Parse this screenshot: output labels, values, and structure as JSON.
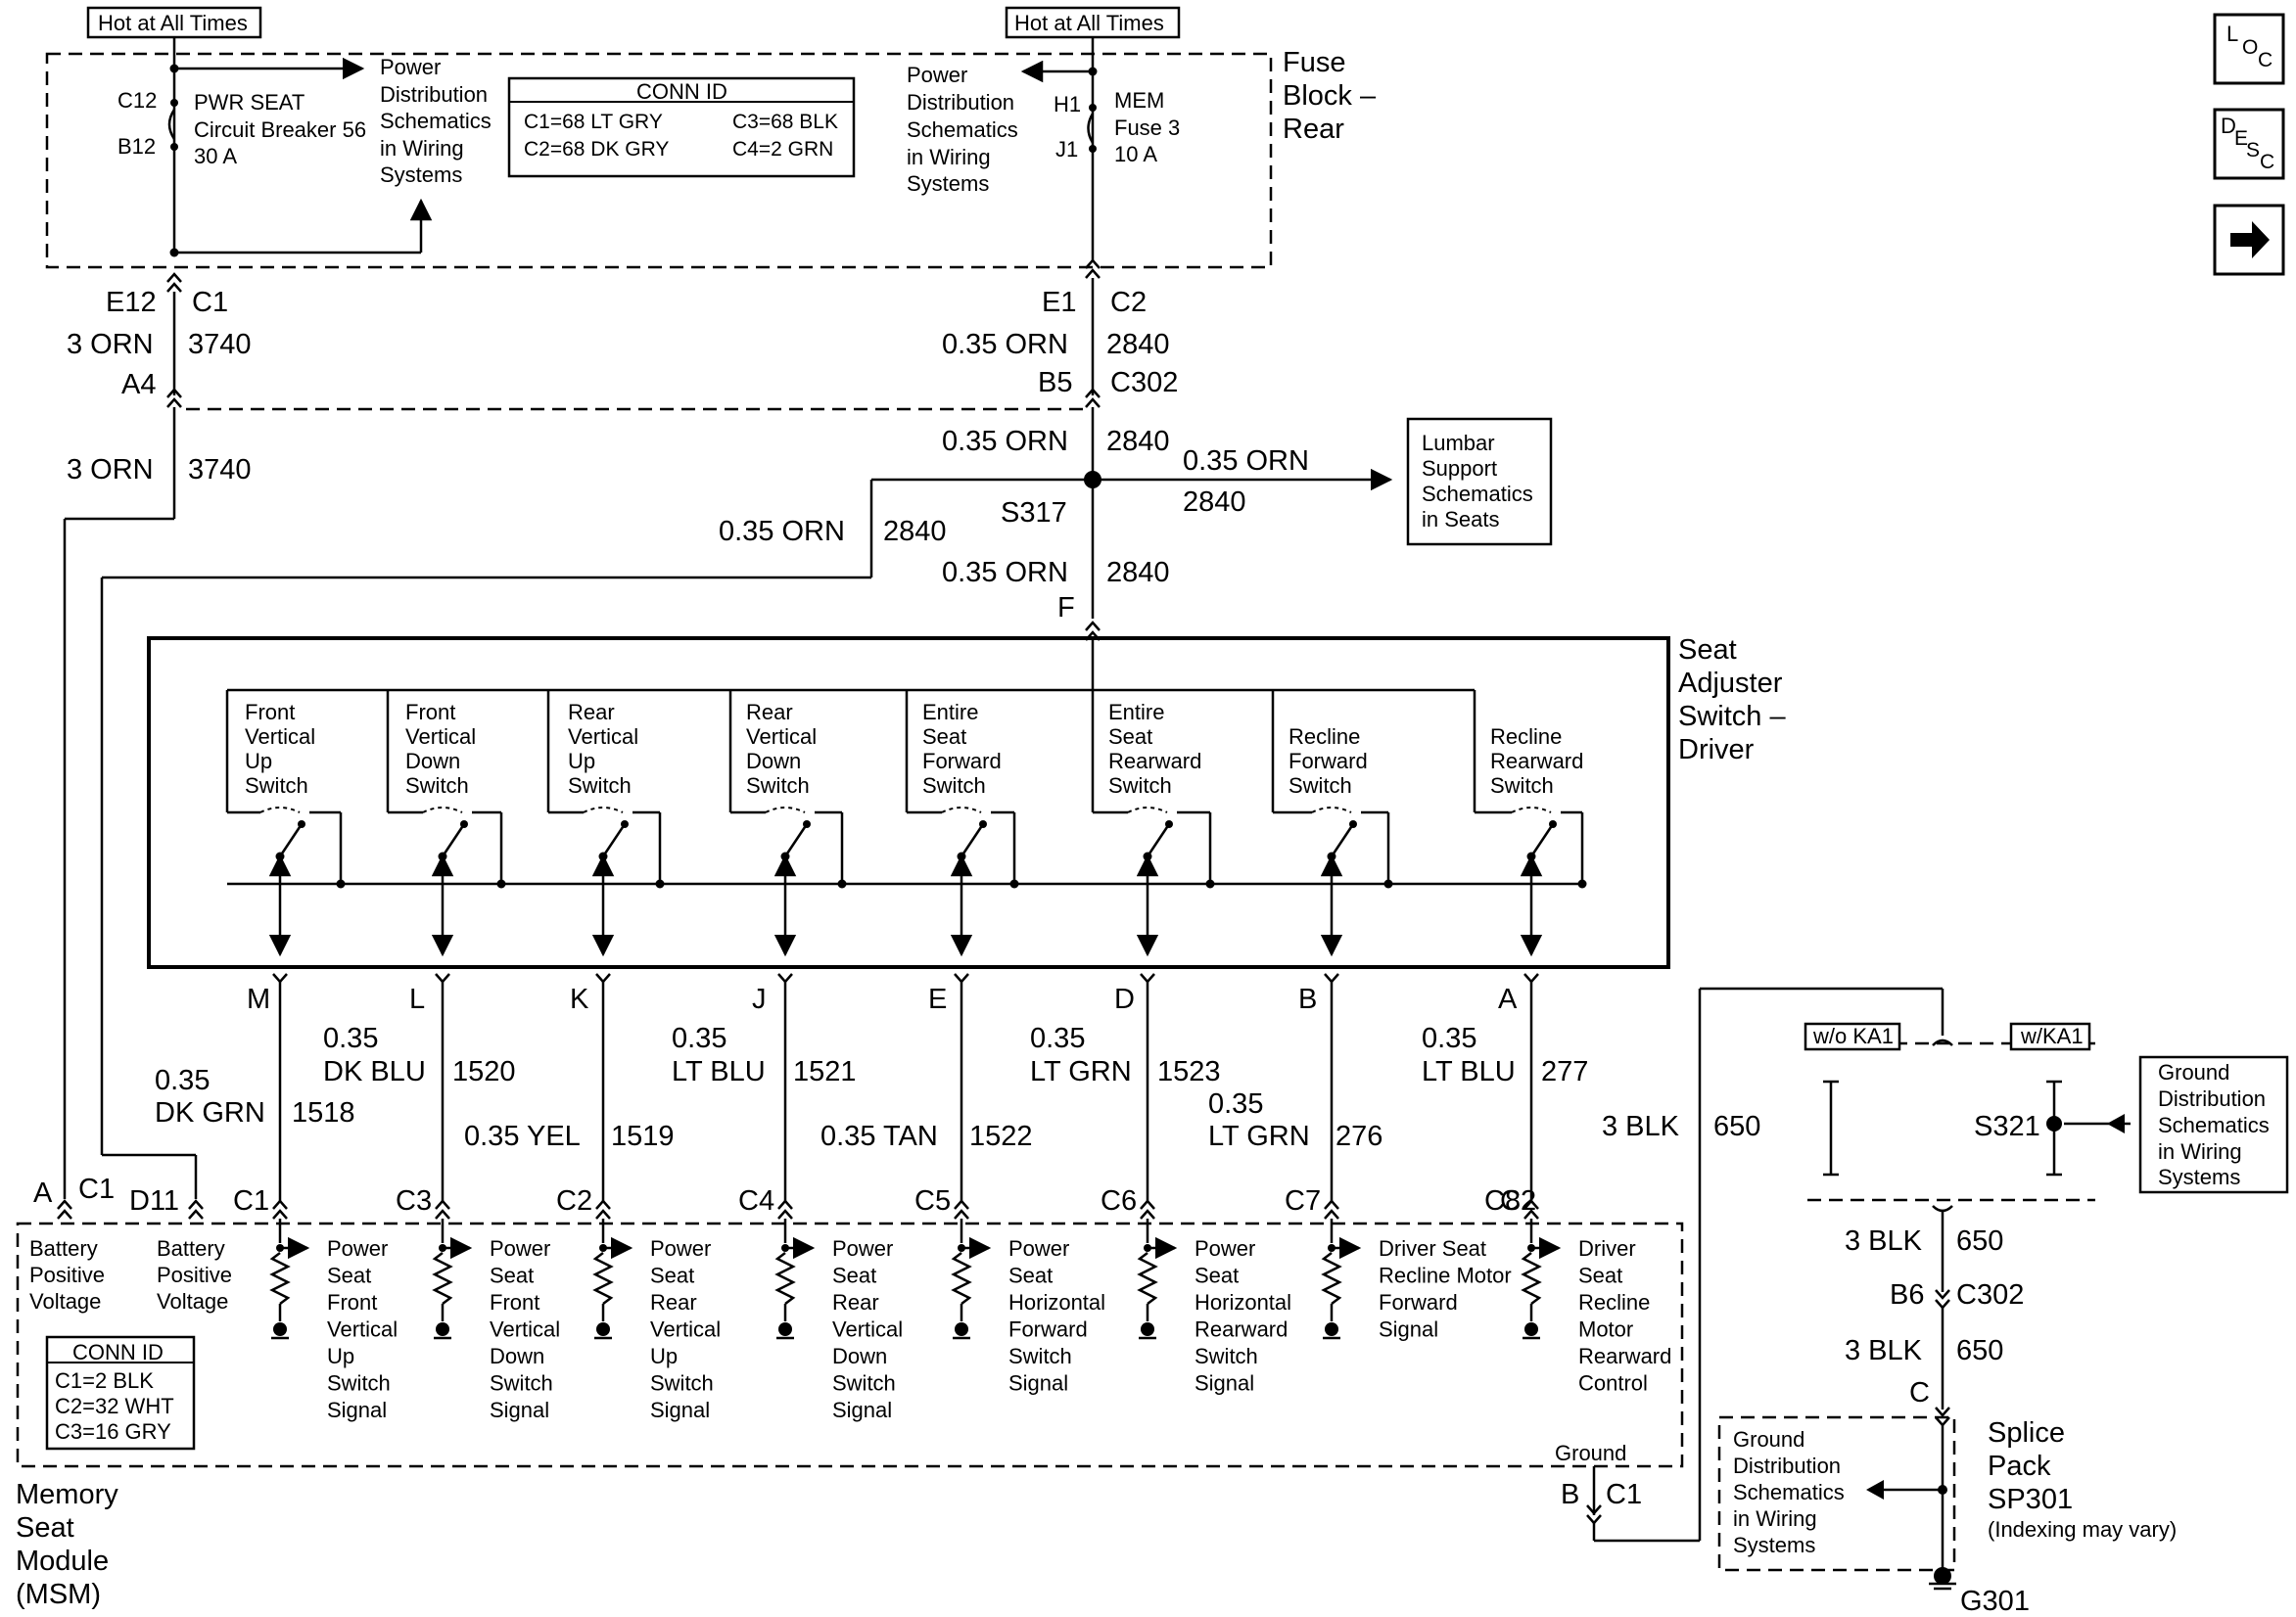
{
  "fuse_block": {
    "title": [
      "Fuse",
      "Block –",
      "Rear"
    ],
    "hot_left": "Hot at All Times",
    "hot_right": "Hot at All Times",
    "breaker_pins": [
      "C12",
      "B12"
    ],
    "breaker_label": [
      "PWR SEAT",
      "Circuit Breaker 56",
      "30 A"
    ],
    "fuse_pins": [
      "H1",
      "J1"
    ],
    "fuse_label": [
      "MEM",
      "Fuse 3",
      "10 A"
    ],
    "power_dist_left": [
      "Power",
      "Distribution",
      "Schematics",
      "in Wiring",
      "Systems"
    ],
    "power_dist_right": [
      "Power",
      "Distribution",
      "Schematics",
      "in Wiring",
      "Systems"
    ],
    "conn_title": "CONN ID",
    "conn_rows": [
      "C1=68 LT GRY",
      "C3=68 BLK",
      "C2=68 DK GRY",
      "C4=2 GRN"
    ]
  },
  "side_buttons": {
    "loc": "LOC",
    "desc": "DESC",
    "next": "next-arrow"
  },
  "wires_top": {
    "left_conn": [
      "E12",
      "C1"
    ],
    "left_wire1": [
      "3 ORN",
      "3740"
    ],
    "left_pin": "A4",
    "left_wire2": [
      "3 ORN",
      "3740"
    ],
    "right_conn": [
      "E1",
      "C2"
    ],
    "right_wire1": [
      "0.35 ORN",
      "2840"
    ],
    "right_conn2": [
      "B5",
      "C302"
    ],
    "right_wire2": [
      "0.35 ORN",
      "2840"
    ],
    "splice": "S317",
    "branch_left": [
      "0.35 ORN",
      "2840"
    ],
    "branch_right": [
      "0.35 ORN",
      "2840"
    ],
    "down_wire": [
      "0.35 ORN",
      "2840"
    ],
    "switch_pin": "F",
    "lumbar": [
      "Lumbar",
      "Support",
      "Schematics",
      "in Seats"
    ]
  },
  "switch_assembly": {
    "title": [
      "Seat",
      "Adjuster",
      "Switch –",
      "Driver"
    ],
    "switches": [
      [
        "Front",
        "Vertical",
        "Up",
        "Switch"
      ],
      [
        "Front",
        "Vertical",
        "Down",
        "Switch"
      ],
      [
        "Rear",
        "Vertical",
        "Up",
        "Switch"
      ],
      [
        "Rear",
        "Vertical",
        "Down",
        "Switch"
      ],
      [
        "Entire",
        "Seat",
        "Forward",
        "Switch"
      ],
      [
        "Entire",
        "Seat",
        "Rearward",
        "Switch"
      ],
      [
        "Recline",
        "Forward",
        "Switch"
      ],
      [
        "Recline",
        "Rearward",
        "Switch"
      ]
    ],
    "pins": [
      "M",
      "L",
      "K",
      "J",
      "E",
      "D",
      "B",
      "A"
    ]
  },
  "circuits": [
    {
      "gauge": "0.35",
      "color": "DK GRN",
      "num": "1518"
    },
    {
      "gauge": "0.35",
      "color": "DK BLU",
      "num": "1520"
    },
    {
      "gauge": "0.35 YEL",
      "color": "",
      "num": "1519"
    },
    {
      "gauge": "0.35",
      "color": "LT BLU",
      "num": "1521"
    },
    {
      "gauge": "0.35 TAN",
      "color": "",
      "num": "1522"
    },
    {
      "gauge": "0.35",
      "color": "LT GRN",
      "num": "1523"
    },
    {
      "gauge": "0.35",
      "color": "LT GRN",
      "num": "276"
    },
    {
      "gauge": "0.35",
      "color": "LT BLU",
      "num": "277"
    }
  ],
  "msm": {
    "title": [
      "Memory",
      "Seat",
      "Module",
      "(MSM)"
    ],
    "pin_a": "A",
    "pin_a_conn": "C1",
    "pin_d11": "D11",
    "input_pins": [
      "C1",
      "C3",
      "C2",
      "C4",
      "C5",
      "C6",
      "C7",
      "C8"
    ],
    "last_conn": "C2",
    "batt1": [
      "Battery",
      "Positive",
      "Voltage"
    ],
    "batt2": [
      "Battery",
      "Positive",
      "Voltage"
    ],
    "signals": [
      [
        "Power",
        "Seat",
        "Front",
        "Vertical",
        "Up",
        "Switch",
        "Signal"
      ],
      [
        "Power",
        "Seat",
        "Front",
        "Vertical",
        "Down",
        "Switch",
        "Signal"
      ],
      [
        "Power",
        "Seat",
        "Rear",
        "Vertical",
        "Up",
        "Switch",
        "Signal"
      ],
      [
        "Power",
        "Seat",
        "Rear",
        "Vertical",
        "Down",
        "Switch",
        "Signal"
      ],
      [
        "Power",
        "Seat",
        "Horizontal",
        "Forward",
        "Switch",
        "Signal"
      ],
      [
        "Power",
        "Seat",
        "Horizontal",
        "Rearward",
        "Switch",
        "Signal"
      ],
      [
        "Driver Seat",
        "Recline Motor",
        "Forward",
        "Signal"
      ],
      [
        "Driver",
        "Seat",
        "Recline",
        "Motor",
        "Rearward",
        "Control"
      ]
    ],
    "conn_title": "CONN ID",
    "conn_rows": [
      "C1=2 BLK",
      "C2=32 WHT",
      "C3=16 GRY"
    ],
    "ground": "Ground",
    "ground_pin": [
      "B",
      "C1"
    ]
  },
  "ground_path": {
    "wire1": [
      "3 BLK",
      "650"
    ],
    "wo_ka1": "w/o KA1",
    "w_ka1": "w/KA1",
    "splice": "S321",
    "gnd_dist": [
      "Ground",
      "Distribution",
      "Schematics",
      "in Wiring",
      "Systems"
    ],
    "wire2": [
      "3 BLK",
      "650"
    ],
    "conn": [
      "B6",
      "C302"
    ],
    "wire3": [
      "3 BLK",
      "650"
    ],
    "pin_c": "C",
    "splice_pack": [
      "Splice",
      "Pack",
      "SP301"
    ],
    "indexing": "(Indexing may vary)",
    "gnd_dist2": [
      "Ground",
      "Distribution",
      "Schematics",
      "in Wiring",
      "Systems"
    ],
    "g301": "G301"
  }
}
